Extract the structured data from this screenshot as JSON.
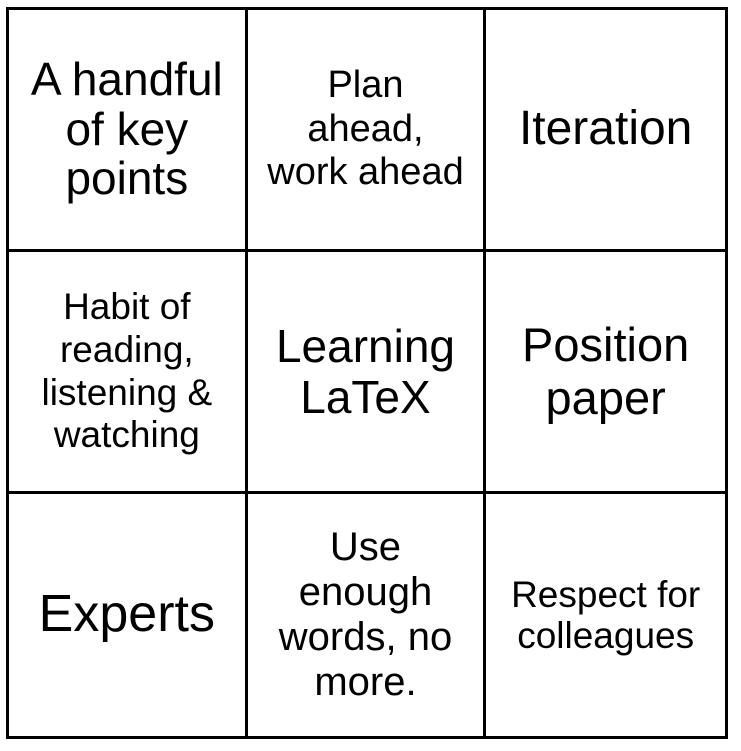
{
  "grid": {
    "cells": [
      {
        "text": "A handful\nof key\npoints"
      },
      {
        "text": "Plan\nahead,\nwork ahead"
      },
      {
        "text": "Iteration"
      },
      {
        "text": "Habit of\nreading,\nlistening &\nwatching"
      },
      {
        "text": "Learning\nLaTeX"
      },
      {
        "text": "Position\npaper"
      },
      {
        "text": "Experts"
      },
      {
        "text": "Use\nenough\nwords, no\nmore."
      },
      {
        "text": "Respect for\ncolleagues"
      }
    ]
  }
}
